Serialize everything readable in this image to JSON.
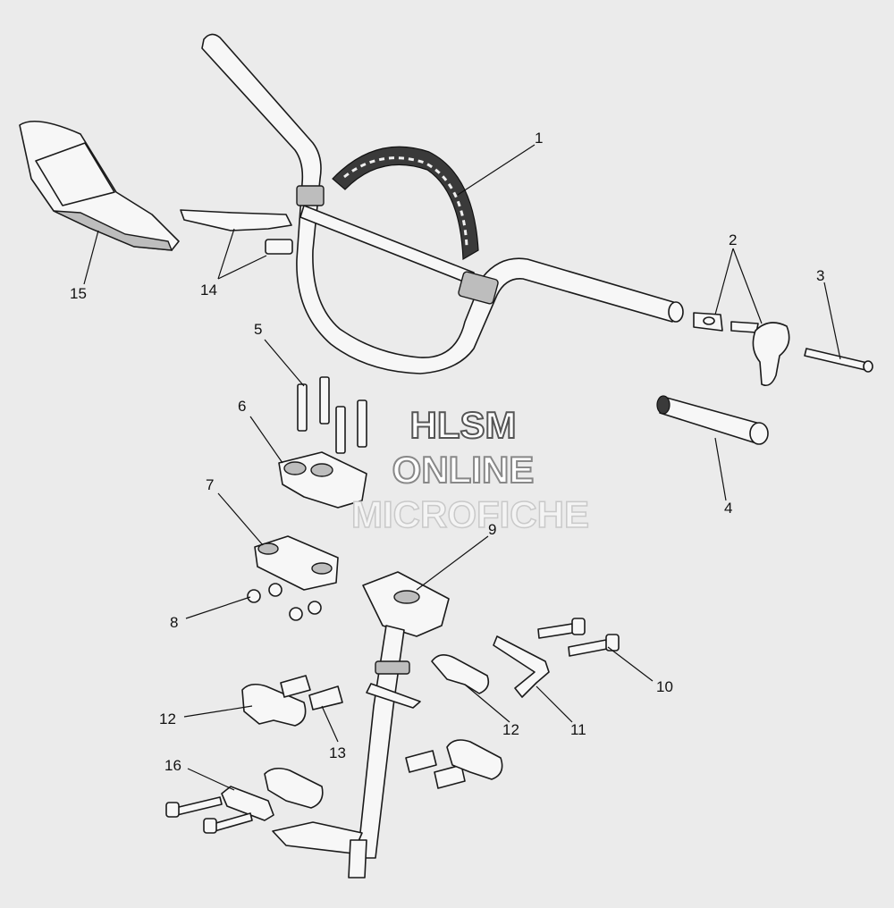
{
  "watermark": {
    "line1": "HLSM",
    "line2": "ONLINE",
    "line3": "MICROFICHE"
  },
  "callouts": {
    "c1": "1",
    "c2": "2",
    "c3": "3",
    "c4": "4",
    "c5": "5",
    "c6": "6",
    "c7": "7",
    "c8": "8",
    "c9": "9",
    "c10": "10",
    "c11": "11",
    "c12a": "12",
    "c12b": "12",
    "c13": "13",
    "c14": "14",
    "c15": "15",
    "c16": "16"
  },
  "colors": {
    "background": "#ebebeb",
    "line": "#1a1a1a",
    "part": "#f7f7f7"
  }
}
